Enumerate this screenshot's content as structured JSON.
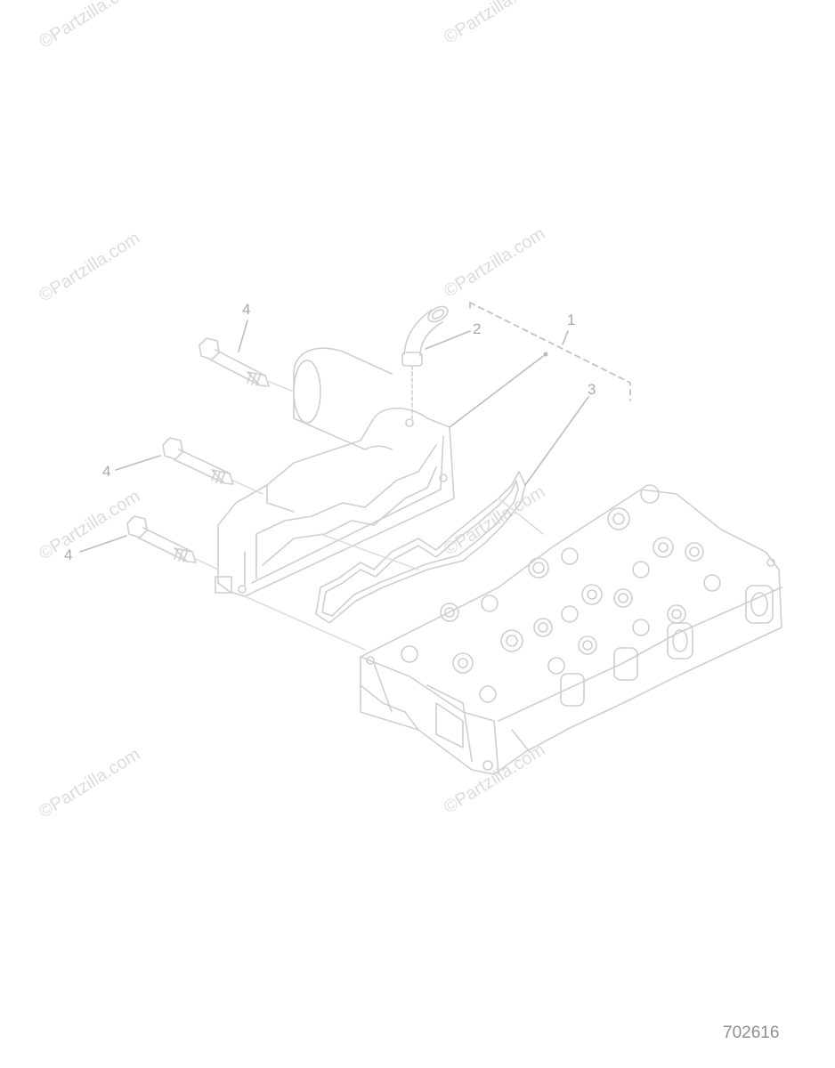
{
  "diagram": {
    "number": "702616",
    "callouts": {
      "assembly": "1",
      "fitting": "2",
      "gasket": "3",
      "bolt": "4"
    },
    "watermark": "©Partzilla.com"
  },
  "colors": {
    "line": "#cfcfcf",
    "dashed": "#bdbdbd",
    "text": "#a8a8a8"
  }
}
